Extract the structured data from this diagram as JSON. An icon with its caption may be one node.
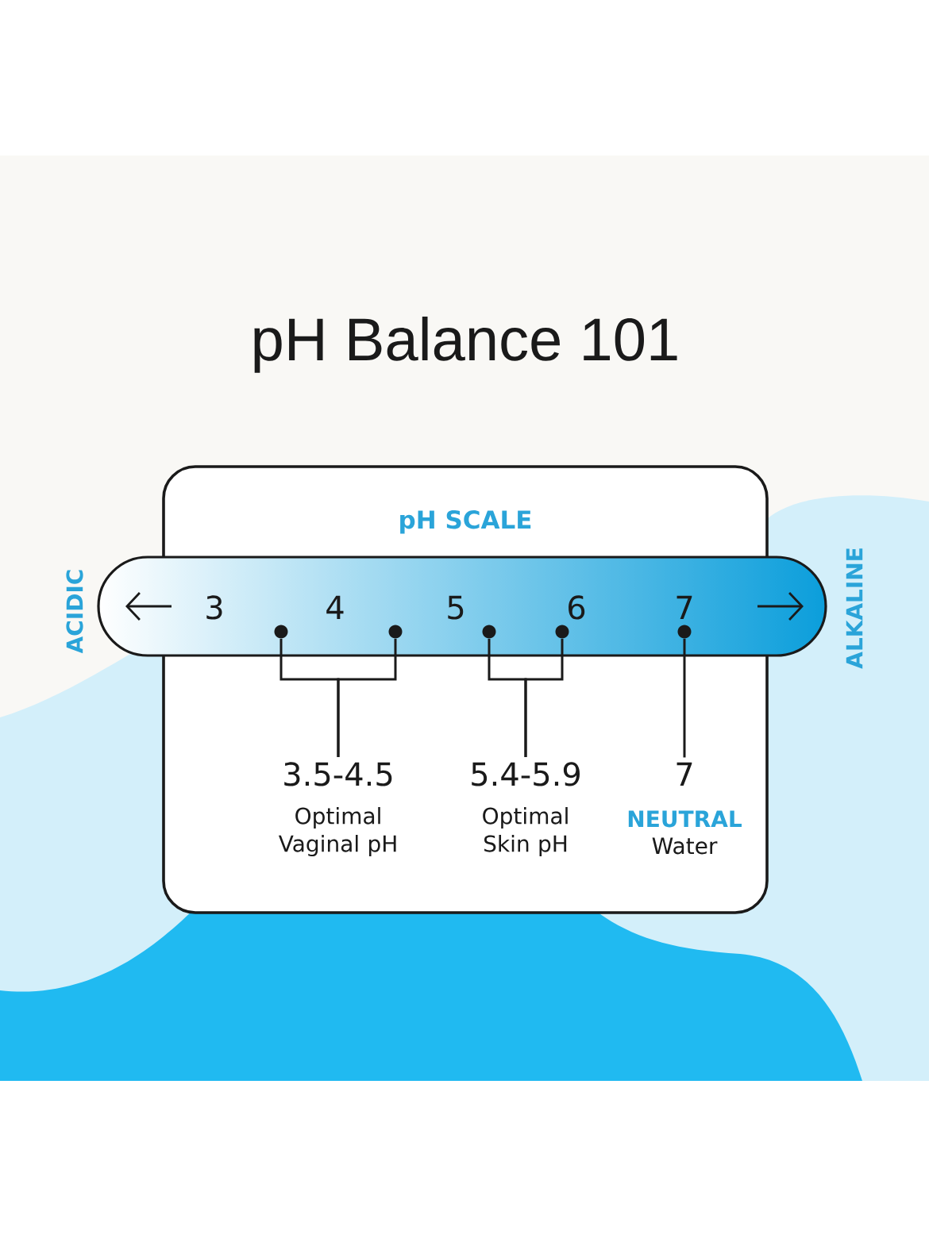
{
  "diagram": {
    "title": "pH Balance 101",
    "nodes": [
      {
        "text": [
          "pH SCALE"
        ]
      },
      {
        "text": [
          "3",
          "4",
          "5",
          "6",
          "7"
        ]
      },
      {
        "text": [],
        "shape": "circle",
        "in": 1
      },
      {
        "text": [],
        "shape": "circle",
        "in": 1
      },
      {
        "text": [],
        "shape": "circle",
        "in": 1
      },
      {
        "text": [],
        "shape": "circle",
        "in": 1
      },
      {
        "text": [],
        "shape": "circle",
        "in": 1
      },
      {
        "text": [
          "3.5-4.5",
          "Optimal Vaginal pH"
        ],
        "in": 0
      },
      {
        "text": [
          "5.4-5.9",
          "Optimal Skin pH"
        ],
        "in": 0
      },
      {
        "text": [
          "7",
          "NEUTRAL",
          "Water"
        ],
        "in": 0
      }
    ],
    "edges": [
      {
        "from": 7,
        "to": 2,
        "arrow": "none"
      },
      {
        "from": 7,
        "to": 3,
        "arrow": "none"
      },
      {
        "from": 8,
        "to": 4,
        "arrow": "none"
      },
      {
        "from": 8,
        "to": 5,
        "arrow": "none"
      },
      {
        "from": 9,
        "to": 6,
        "arrow": "none"
      }
    ],
    "labels": [
      "ACIDIC",
      "ALKALINE"
    ]
  }
}
